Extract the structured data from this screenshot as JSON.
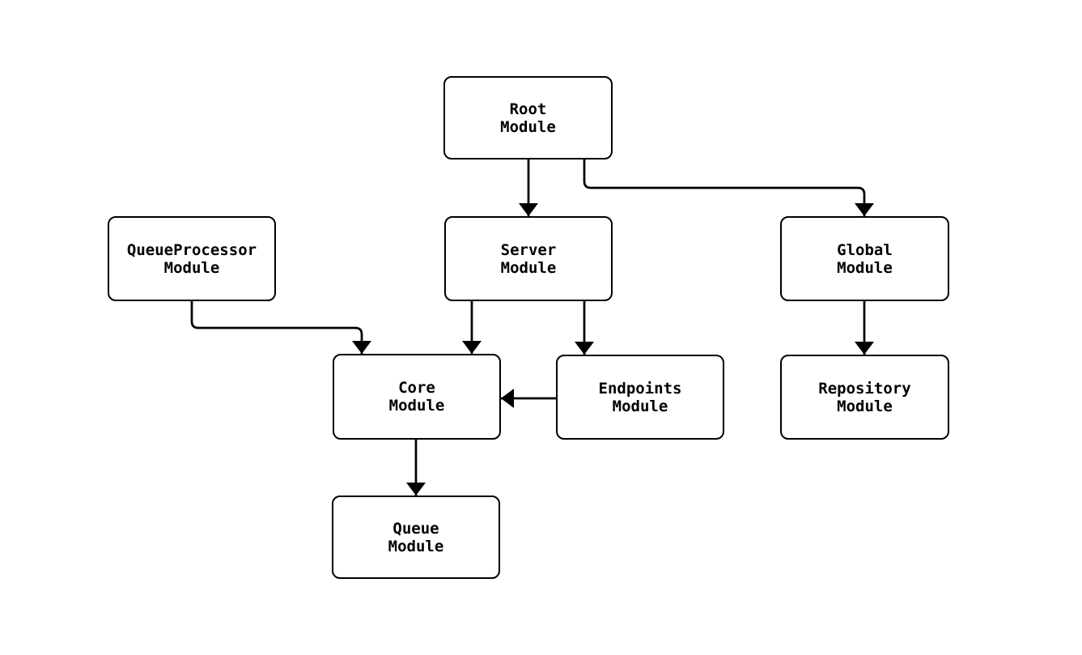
{
  "diagram": {
    "type": "flowchart",
    "colors": {
      "background": "#ffffff",
      "node_fill": "#ffffff",
      "node_border": "#000000",
      "edge": "#000000",
      "text": "#000000"
    },
    "nodes": [
      {
        "id": "root",
        "label": "Root\nModule"
      },
      {
        "id": "queueprocessor",
        "label": "QueueProcessor\nModule"
      },
      {
        "id": "server",
        "label": "Server\nModule"
      },
      {
        "id": "global",
        "label": "Global\nModule"
      },
      {
        "id": "core",
        "label": "Core\nModule"
      },
      {
        "id": "endpoints",
        "label": "Endpoints\nModule"
      },
      {
        "id": "repository",
        "label": "Repository\nModule"
      },
      {
        "id": "queue",
        "label": "Queue\nModule"
      }
    ],
    "edges": [
      {
        "from": "root",
        "to": "server"
      },
      {
        "from": "root",
        "to": "global"
      },
      {
        "from": "queueprocessor",
        "to": "core"
      },
      {
        "from": "server",
        "to": "core"
      },
      {
        "from": "server",
        "to": "endpoints"
      },
      {
        "from": "global",
        "to": "repository"
      },
      {
        "from": "endpoints",
        "to": "core"
      },
      {
        "from": "core",
        "to": "queue"
      }
    ]
  }
}
